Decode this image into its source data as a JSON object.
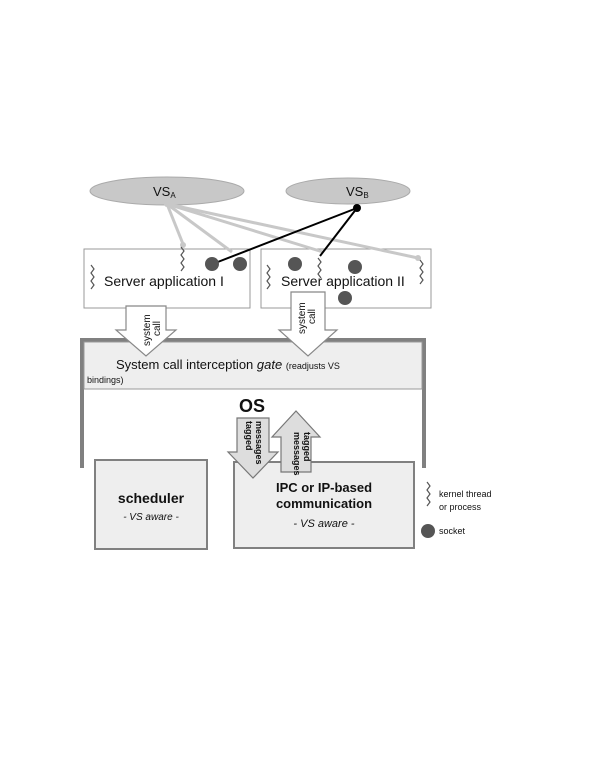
{
  "vs_a": {
    "label": "VS",
    "subscript": "A"
  },
  "vs_b": {
    "label": "VS",
    "subscript": "B"
  },
  "server_app_1": {
    "label": "Server application I"
  },
  "server_app_2": {
    "label": "Server application II"
  },
  "syscall_arrow": {
    "line1": "system",
    "line2": "call"
  },
  "gate": {
    "prefix": "System call interception",
    "emph": "gate",
    "note_line1": "(readjusts VS",
    "note_line2": "bindings)"
  },
  "os_label": "OS",
  "tagged_arrow": {
    "line1": "tagged",
    "line2": "messages"
  },
  "scheduler": {
    "title": "scheduler",
    "subtitle": "- VS aware -"
  },
  "ipc": {
    "title_line1": "IPC or IP-based",
    "title_line2": "communication",
    "subtitle": "- VS aware -"
  },
  "legend": {
    "thread_line1": "kernel thread",
    "thread_line2": "or process",
    "socket": "socket"
  },
  "colors": {
    "ellipse_fill": "#c8c8c8",
    "os_frame": "#808080",
    "light_line": "#c8c8c8",
    "dark_line": "#000000",
    "socket": "#555555",
    "box_fill": "#eeeeee"
  }
}
